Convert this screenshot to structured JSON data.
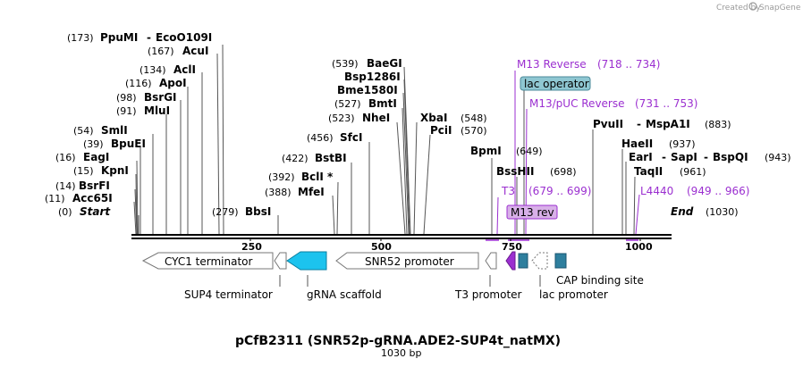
{
  "credit": {
    "created_by": "Created by",
    "app": "SnapGene"
  },
  "plasmid": {
    "name": "pCfB2311 (SNR52p-gRNA.ADE2-SUP4t_natMX)",
    "length": "1030 bp"
  },
  "scale": {
    "ticks": [
      "250",
      "500",
      "750",
      "1000"
    ]
  },
  "sites": [
    {
      "name": "Start",
      "pos": "(0)",
      "italic": true
    },
    {
      "name": "Acc65I",
      "pos": "(11)"
    },
    {
      "name": "BsrFI",
      "pos": "(14)"
    },
    {
      "name": "KpnI",
      "pos": "(15)"
    },
    {
      "name": "EagI",
      "pos": "(16)"
    },
    {
      "name": "BpuEI",
      "pos": "(39)"
    },
    {
      "name": "SmlI",
      "pos": "(54)"
    },
    {
      "name": "MluI",
      "pos": "(91)"
    },
    {
      "name": "BsrGI",
      "pos": "(98)"
    },
    {
      "name": "ApoI",
      "pos": "(116)"
    },
    {
      "name": "AclI",
      "pos": "(134)"
    },
    {
      "name": "AcuI",
      "pos": "(167)"
    },
    {
      "name": "PpuMI",
      "pos": "(173)"
    },
    {
      "name": "EcoO109I",
      "pos": ""
    },
    {
      "name": "BbsI",
      "pos": "(279)"
    },
    {
      "name": "MfeI",
      "pos": "(388)"
    },
    {
      "name": "BclI *",
      "pos": "(392)"
    },
    {
      "name": "BstBI",
      "pos": "(422)"
    },
    {
      "name": "SfcI",
      "pos": "(456)"
    },
    {
      "name": "NheI",
      "pos": "(523)"
    },
    {
      "name": "BmtI",
      "pos": "(527)"
    },
    {
      "name": "Bme1580I",
      "pos": ""
    },
    {
      "name": "Bsp1286I",
      "pos": ""
    },
    {
      "name": "BaeGI",
      "pos": "(539)"
    },
    {
      "name": "XbaI",
      "pos": "(548)"
    },
    {
      "name": "PciI",
      "pos": "(570)"
    },
    {
      "name": "BpmI",
      "pos": "(649)"
    },
    {
      "name": "BssHII",
      "pos": "(698)"
    },
    {
      "name": "PvuII",
      "pos": ""
    },
    {
      "name": "MspA1I",
      "pos": "(883)"
    },
    {
      "name": "HaeII",
      "pos": "(937)"
    },
    {
      "name": "EarI",
      "pos": ""
    },
    {
      "name": "SapI",
      "pos": ""
    },
    {
      "name": "BspQI",
      "pos": "(943)"
    },
    {
      "name": "TaqII",
      "pos": "(961)"
    },
    {
      "name": "End",
      "pos": "(1030)",
      "italic": true
    }
  ],
  "primers": [
    {
      "name": "M13 Reverse",
      "range": "(718 .. 734)"
    },
    {
      "name": "M13/pUC Reverse",
      "range": "(731 .. 753)"
    },
    {
      "name": "T3",
      "range": "(679 .. 699)"
    },
    {
      "name": "L4440",
      "range": "(949 .. 966)"
    },
    {
      "name": "M13 rev",
      "range": ""
    }
  ],
  "lac_operator": "lac operator",
  "features": [
    {
      "name": "CYC1 terminator"
    },
    {
      "name": "SUP4 terminator"
    },
    {
      "name": "gRNA scaffold"
    },
    {
      "name": "SNR52 promoter"
    },
    {
      "name": "T3 promoter"
    },
    {
      "name": "lac promoter"
    },
    {
      "name": "CAP binding site"
    }
  ],
  "colors": {
    "primer": "#9b2fd0",
    "grna_scaffold": "#1cc3ee",
    "lac_operator_fill": "#8fc7d2",
    "cap_site": "#2e7f9e",
    "m13rev_fill": "#d8b0e8"
  }
}
